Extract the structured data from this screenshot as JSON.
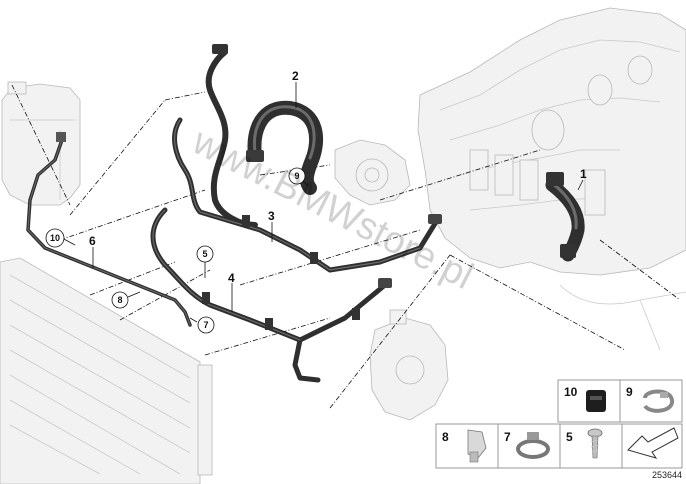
{
  "callouts": {
    "c1": "1",
    "c2": "2",
    "c3": "3",
    "c4": "4",
    "c5": "5",
    "c6": "6",
    "c7": "7",
    "c8": "8",
    "c9": "9",
    "c10": "10"
  },
  "legend": {
    "l10": "10",
    "l9": "9",
    "l8": "8",
    "l7": "7",
    "l5": "5"
  },
  "watermark": "www.BMWstore.pl",
  "diagram_id": "253644"
}
